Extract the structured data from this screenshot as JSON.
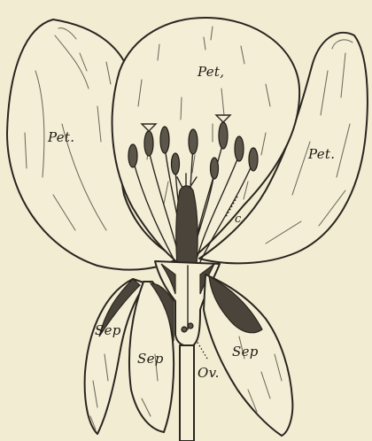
{
  "labels": {
    "petal_top": "Pet,",
    "petal_left": "Pet.",
    "petal_right": "Pet.",
    "stigma": "c",
    "sepal_left_outer": "Sep",
    "sepal_left_inner": "Sep",
    "sepal_right": "Sep",
    "ovary": "Ov."
  }
}
